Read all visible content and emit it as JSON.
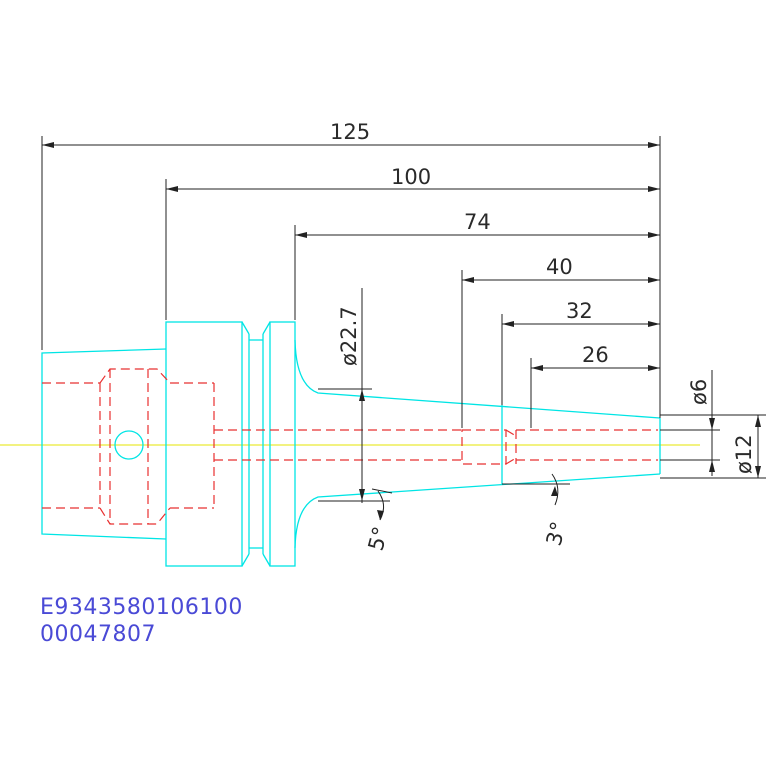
{
  "dimensions": {
    "length_125": "125",
    "length_100": "100",
    "length_74": "74",
    "length_40": "40",
    "length_32": "32",
    "length_26": "26",
    "diameter_22_7": "ø22.7",
    "diameter_6": "ø6",
    "diameter_12": "ø12",
    "angle_5": "5°",
    "angle_3": "3°"
  },
  "codes": {
    "part_number": "E9343580106100",
    "serial": "00047807"
  },
  "colors": {
    "outline": "#00e5e5",
    "hidden_lines": "#e83030",
    "center_line": "#e6e600",
    "dimension_lines": "#222222",
    "code_text": "#4a4ad6"
  }
}
